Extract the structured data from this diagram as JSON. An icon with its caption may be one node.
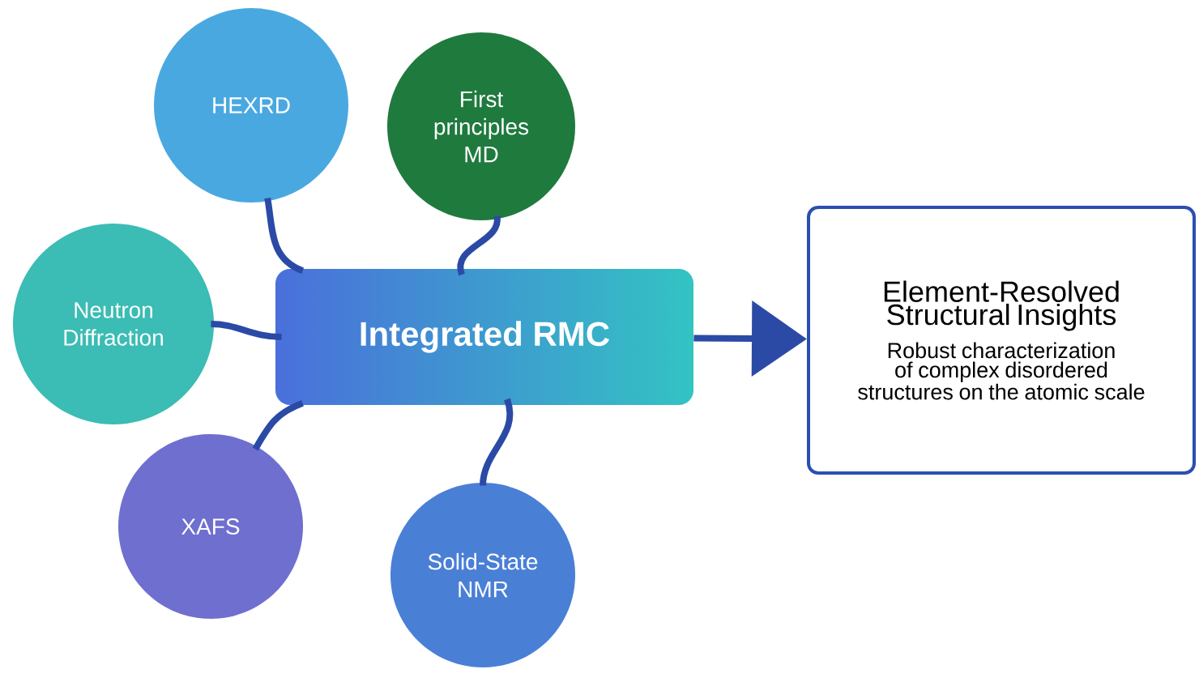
{
  "diagram": {
    "nodes": [
      {
        "text": [
          "HEXRD"
        ]
      },
      {
        "text": [
          "First principles MD"
        ]
      },
      {
        "text": [
          "Neutron Diffraction"
        ]
      },
      {
        "text": [
          "Integrated RMC"
        ]
      },
      {
        "text": [
          "Element-Resolved Structural Insights",
          "Robust characterization of complex disordered structures on the atomic scale"
        ]
      },
      {
        "text": [
          "XAFS"
        ]
      },
      {
        "text": [
          "Solid-State NMR"
        ]
      }
    ],
    "edges": [
      {
        "from": 0,
        "to": 3,
        "arrow": "none"
      },
      {
        "from": 1,
        "to": 3,
        "arrow": "none"
      },
      {
        "from": 2,
        "to": 3,
        "arrow": "none"
      },
      {
        "from": 5,
        "to": 3,
        "arrow": "none"
      },
      {
        "from": 6,
        "to": 3,
        "arrow": "none"
      },
      {
        "from": 3,
        "to": 4,
        "arrow": "to"
      }
    ]
  }
}
